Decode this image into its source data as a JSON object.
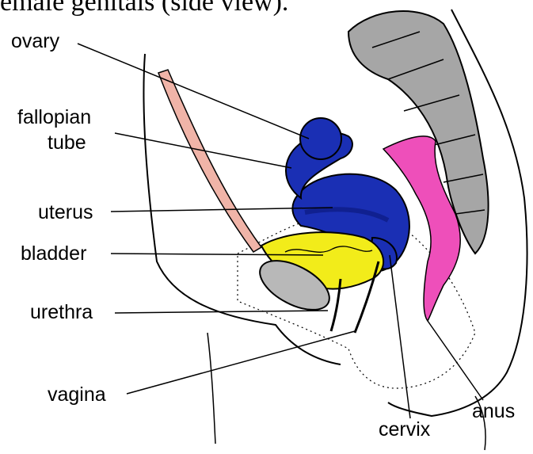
{
  "caption": "emale genitals (side view).",
  "labels": {
    "ovary": "ovary",
    "fallopian_line1": "fallopian",
    "fallopian_line2": "tube",
    "uterus": "uterus",
    "bladder": "bladder",
    "urethra": "urethra",
    "vagina": "vagina",
    "cervix": "cervix",
    "anus": "anus"
  },
  "colors": {
    "uterus_ovary": "#1a2fb4",
    "uterus_dark": "#102090",
    "bladder": "#f2ec1a",
    "rectum": "#ee4fba",
    "spine": "#a6a6a6",
    "pubic_bone": "#b8b8b8",
    "abdominal_wall": "#f0b4a8",
    "outline": "#000000"
  }
}
